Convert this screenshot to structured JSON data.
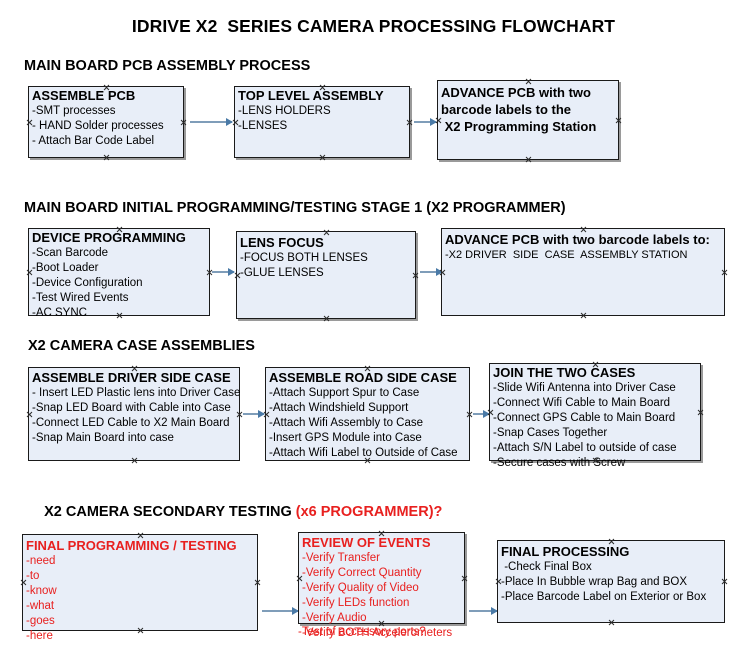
{
  "document": {
    "title": "IDRIVE X2  SERIES CAMERA PROCESSING FLOWCHART",
    "accent_red": "#e8201f",
    "box_fill": "#e8eef8",
    "connector_color": "#7f9db9"
  },
  "sections": [
    {
      "id": "main-board-pcb-assembly",
      "header": "MAIN BOARD PCB ASSEMBLY PROCESS",
      "header_accent": ""
    },
    {
      "id": "main-board-initial-programming",
      "header": "MAIN BOARD INITIAL PROGRAMMING/TESTING STAGE 1 (X2 PROGRAMMER)",
      "header_accent": ""
    },
    {
      "id": "x2-camera-case-assemblies",
      "header": "X2 CAMERA CASE ASSEMBLIES",
      "header_accent": ""
    },
    {
      "id": "x2-camera-secondary-testing",
      "header": "X2 CAMERA SECONDARY TESTING ",
      "header_accent": "(x6 PROGRAMMER)?"
    }
  ],
  "boxes": [
    {
      "id": "assemble-pcb",
      "title": "ASSEMBLE PCB",
      "lines": [
        "-SMT processes",
        "- HAND Solder processes",
        "- Attach Bar Code Label"
      ]
    },
    {
      "id": "top-level-assembly",
      "title": "TOP LEVEL ASSEMBLY",
      "lines": [
        "-LENS HOLDERS",
        "-LENSES"
      ]
    },
    {
      "id": "advance-pcb-programming-station",
      "title": "ADVANCE PCB with two\nbarcode labels to the\n X2 Programming Station",
      "lines": []
    },
    {
      "id": "device-programming",
      "title": "DEVICE PROGRAMMING",
      "lines": [
        "-Scan Barcode",
        "-Boot Loader",
        "-Device Configuration",
        "-Test Wired Events",
        "-AC SYNC"
      ]
    },
    {
      "id": "lens-focus",
      "title": "LENS FOCUS",
      "lines": [
        "-FOCUS BOTH LENSES",
        "-GLUE LENSES"
      ]
    },
    {
      "id": "advance-pcb-driver-side-case",
      "title": "ADVANCE PCB with two barcode labels to:",
      "lines": [
        "-X2 DRIVER  SIDE  CASE  ASSEMBLY STATION"
      ]
    },
    {
      "id": "assemble-driver-side-case",
      "title": "ASSEMBLE DRIVER SIDE CASE",
      "lines": [
        "- Insert LED Plastic lens into Driver Case",
        "-Snap LED Board with Cable into Case",
        "-Connect LED Cable to X2 Main Board",
        "-Snap Main Board into case"
      ]
    },
    {
      "id": "assemble-road-side-case",
      "title": "ASSEMBLE ROAD SIDE CASE",
      "lines": [
        "-Attach Support Spur to Case",
        "-Attach Windshield Support",
        "-Attach Wifi Assembly to Case",
        "-Insert GPS Module into Case",
        "-Attach Wifi Label to Outside of Case"
      ]
    },
    {
      "id": "join-the-two-cases",
      "title": "JOIN THE TWO CASES",
      "lines": [
        "-Slide Wifi Antenna into Driver Case",
        "-Connect Wifi Cable to Main Board",
        "-Connect GPS Cable to Main Board",
        "-Snap Cases Together",
        "-Attach S/N Label to outside of case",
        "-Secure cases with Screw"
      ]
    },
    {
      "id": "final-programming-testing",
      "title": "FINAL PROGRAMMING / TESTING",
      "lines": [
        "-need",
        "-to",
        "-know",
        "-what",
        "-goes",
        "-here"
      ]
    },
    {
      "id": "review-of-events",
      "title": "REVIEW OF EVENTS",
      "lines": [
        "-Verify Transfer",
        "-Verify Correct Quantity",
        "-Verify Quality of Video",
        "-Verify LEDs function",
        "-Verify Audio",
        "-Verify BOTH Accelerometers"
      ],
      "overflow_line": "-Test of accessory ports?"
    },
    {
      "id": "final-processing",
      "title": "FINAL PROCESSING",
      "lines": [
        " -Check Final Box",
        "-Place In Bubble wrap Bag and BOX",
        "-Place Barcode Label on Exterior or Box"
      ]
    }
  ]
}
